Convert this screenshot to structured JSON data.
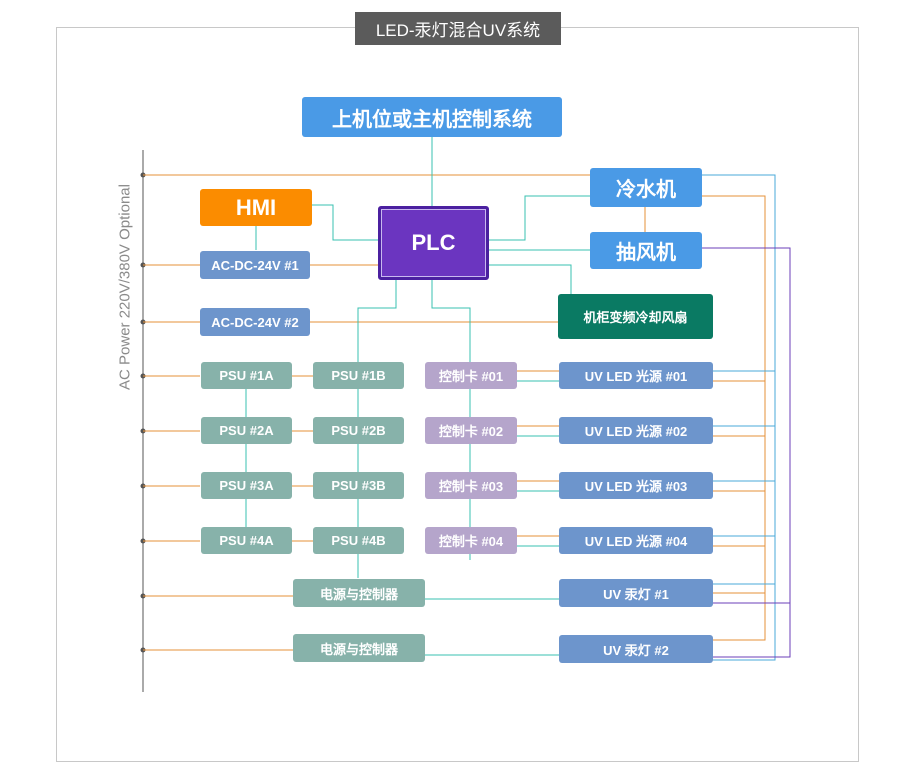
{
  "title": "LED-汞灯混合UV系统",
  "side_label": "AC Power 220V/380V Optional",
  "host": "上机位或主机控制系统",
  "hmi": "HMI",
  "plc": "PLC",
  "chiller": "冷水机",
  "exhaust_fan": "抽风机",
  "cabinet_fan": "机柜变频冷却风扇",
  "acdc": [
    "AC-DC-24V #1",
    "AC-DC-24V #2"
  ],
  "psu_a": [
    "PSU #1A",
    "PSU #2A",
    "PSU #3A",
    "PSU #4A"
  ],
  "psu_b": [
    "PSU #1B",
    "PSU #2B",
    "PSU #3B",
    "PSU #4B"
  ],
  "cards": [
    "控制卡 #01",
    "控制卡 #02",
    "控制卡 #03",
    "控制卡 #04"
  ],
  "uv_led": [
    "UV LED 光源 #01",
    "UV LED 光源 #02",
    "UV LED 光源 #03",
    "UV LED 光源 #04"
  ],
  "power_ctrl": [
    "电源与控制器",
    "电源与控制器"
  ],
  "mercury": [
    "UV 汞灯 #1",
    "UV 汞灯 #2"
  ],
  "colors": {
    "power_line": "#e69138",
    "signal_line": "#38c0b0",
    "cooling_line": "#4aa8d8",
    "fan_line": "#6b3fb8",
    "host": "#4a9ae6",
    "plc": "#6b35c0",
    "hmi": "#fb8c00",
    "cabinet_fan": "#0a7a63"
  }
}
